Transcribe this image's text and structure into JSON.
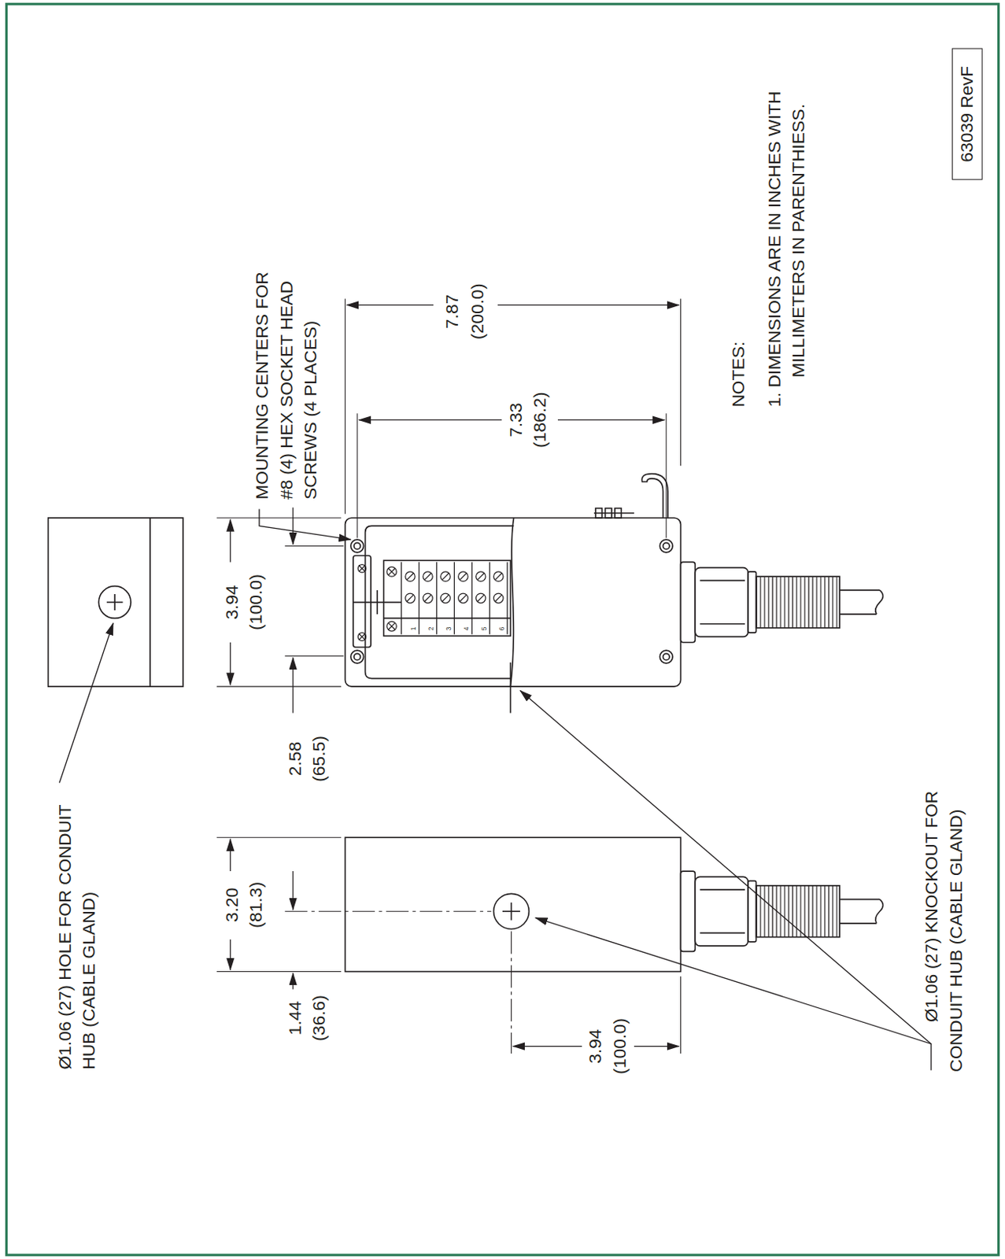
{
  "diagram": {
    "nodes": [
      {
        "text": [
          "63039 RevF"
        ]
      }
    ],
    "labels": [
      "Ø1.06 (27) HOLE FOR CONDUIT HUB (CABLE GLAND)",
      "MOUNTING CENTERS FOR #8 (4) HEX SOCKET HEAD SCREWS (4 PLACES)",
      "3.94",
      "(100.0)",
      "7.87",
      "(200.0)",
      "7.33",
      "(186.2)",
      "2.58",
      "(65.5)",
      "3.20",
      "(81.3)",
      "1.44",
      "(36.6)",
      "3.94",
      "(100.0)",
      "Ø1.06 (27) KNOCKOUT FOR CONDUIT HUB (CABLE GLAND)",
      "NOTES:",
      "1. DIMENSIONS ARE IN INCHES WITH MILLIMETERS IN PARENTHIESS.",
      "1",
      "2",
      "3",
      "4",
      "5",
      "6"
    ]
  }
}
